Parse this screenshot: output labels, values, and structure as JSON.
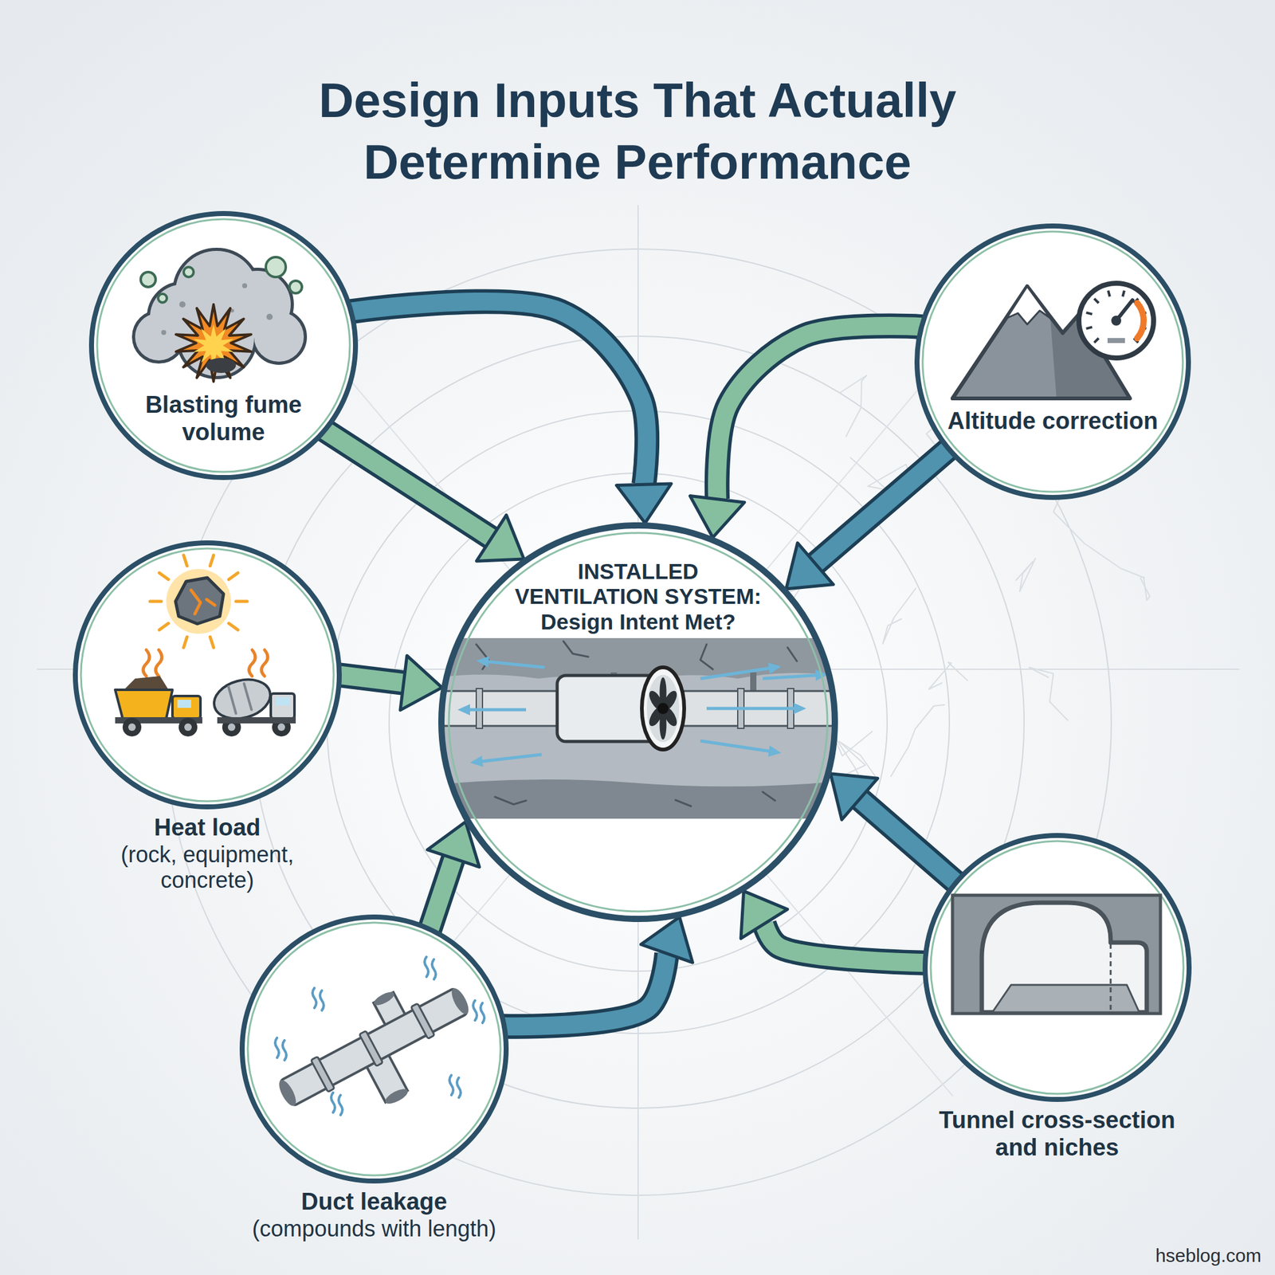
{
  "diagram": {
    "title": "Design Inputs That Actually Determine Performance",
    "nodes": [
      {
        "text": [
          "Blasting fume volume"
        ]
      },
      {
        "text": [
          "Altitude correction"
        ]
      },
      {
        "text": [
          "INSTALLED VENTILATION SYSTEM:",
          "Design Intent Met?"
        ]
      },
      {
        "text": [
          "Heat load",
          "(rock, equipment, concrete)"
        ]
      },
      {
        "text": [
          "Tunnel cross-section and niches"
        ]
      },
      {
        "text": [
          "Duct leakage",
          "(compounds with length)"
        ]
      }
    ],
    "edges": [
      {
        "from": 0,
        "to": 2,
        "arrow": "to"
      },
      {
        "from": 0,
        "to": 2,
        "arrow": "to"
      },
      {
        "from": 1,
        "to": 2,
        "arrow": "to"
      },
      {
        "from": 1,
        "to": 2,
        "arrow": "to"
      },
      {
        "from": 3,
        "to": 2,
        "arrow": "to"
      },
      {
        "from": 5,
        "to": 2,
        "arrow": "to"
      },
      {
        "from": 5,
        "to": 2,
        "arrow": "to"
      },
      {
        "from": 4,
        "to": 2,
        "arrow": "to"
      },
      {
        "from": 4,
        "to": 2,
        "arrow": "to"
      }
    ],
    "labels": [
      "hseblog.com"
    ]
  }
}
